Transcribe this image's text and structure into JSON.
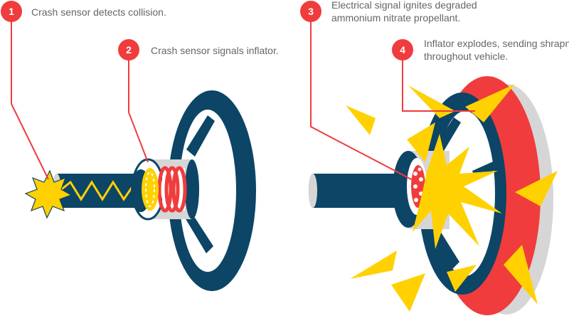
{
  "colors": {
    "navy": "#0c4566",
    "red": "#f03c3c",
    "yellow": "#ffd100",
    "gray": "#d6d6d6",
    "dark_gray": "#5a5a5a",
    "text": "#666666",
    "badge": "#f03c3c"
  },
  "steps": [
    {
      "number": "1",
      "lines": [
        "Crash sensor detects collision."
      ]
    },
    {
      "number": "2",
      "lines": [
        "Crash sensor signals inflator."
      ]
    },
    {
      "number": "3",
      "lines": [
        "Electrical signal ignites degraded",
        "ammonium nitrate propellant."
      ]
    },
    {
      "number": "4",
      "lines": [
        "Inflator explodes, sending shrapnel",
        "throughout vehicle."
      ]
    }
  ],
  "icons": {
    "impact": "starburst-icon",
    "signal": "zigzag-signal-icon",
    "explosion": "explosion-burst-icon",
    "shrapnel": "shrapnel-shard-icon"
  }
}
